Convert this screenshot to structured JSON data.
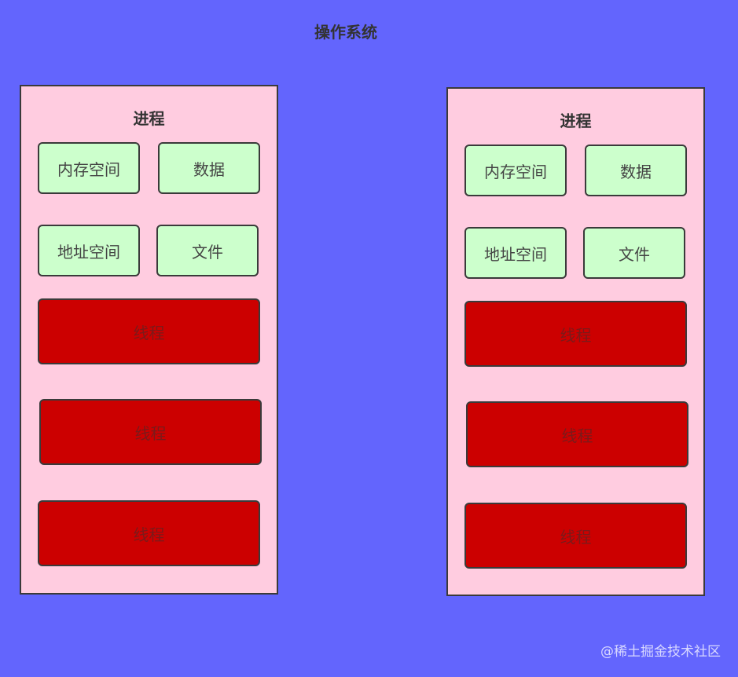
{
  "title": "操作系统",
  "processes": [
    {
      "label": "进程",
      "resources": [
        "内存空间",
        "数据",
        "地址空间",
        "文件"
      ],
      "threads": [
        "线程",
        "线程",
        "线程"
      ]
    },
    {
      "label": "进程",
      "resources": [
        "内存空间",
        "数据",
        "地址空间",
        "文件"
      ],
      "threads": [
        "线程",
        "线程",
        "线程"
      ]
    }
  ],
  "watermark": "@稀土掘金技术社区",
  "colors": {
    "background": "#6365fd",
    "process_fill": "#ffcce0",
    "resource_fill": "#ccffcc",
    "thread_fill": "#cc0000"
  }
}
